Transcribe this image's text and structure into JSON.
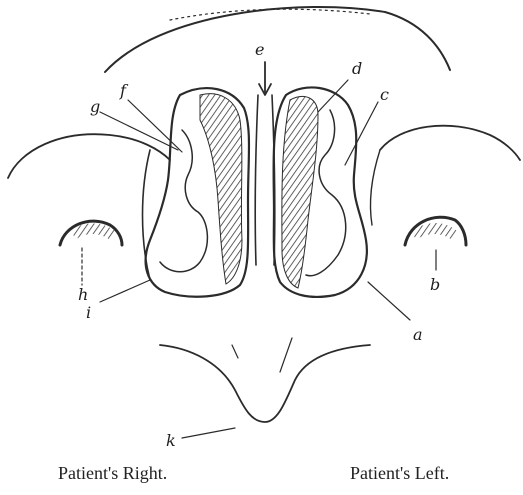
{
  "figure": {
    "labels": {
      "a": "a",
      "b": "b",
      "c": "c",
      "d": "d",
      "e": "e",
      "f": "f",
      "g": "g",
      "h": "h",
      "i": "i",
      "k": "k"
    },
    "captions": {
      "right": "Patient's Right.",
      "left": "Patient's Left."
    }
  }
}
